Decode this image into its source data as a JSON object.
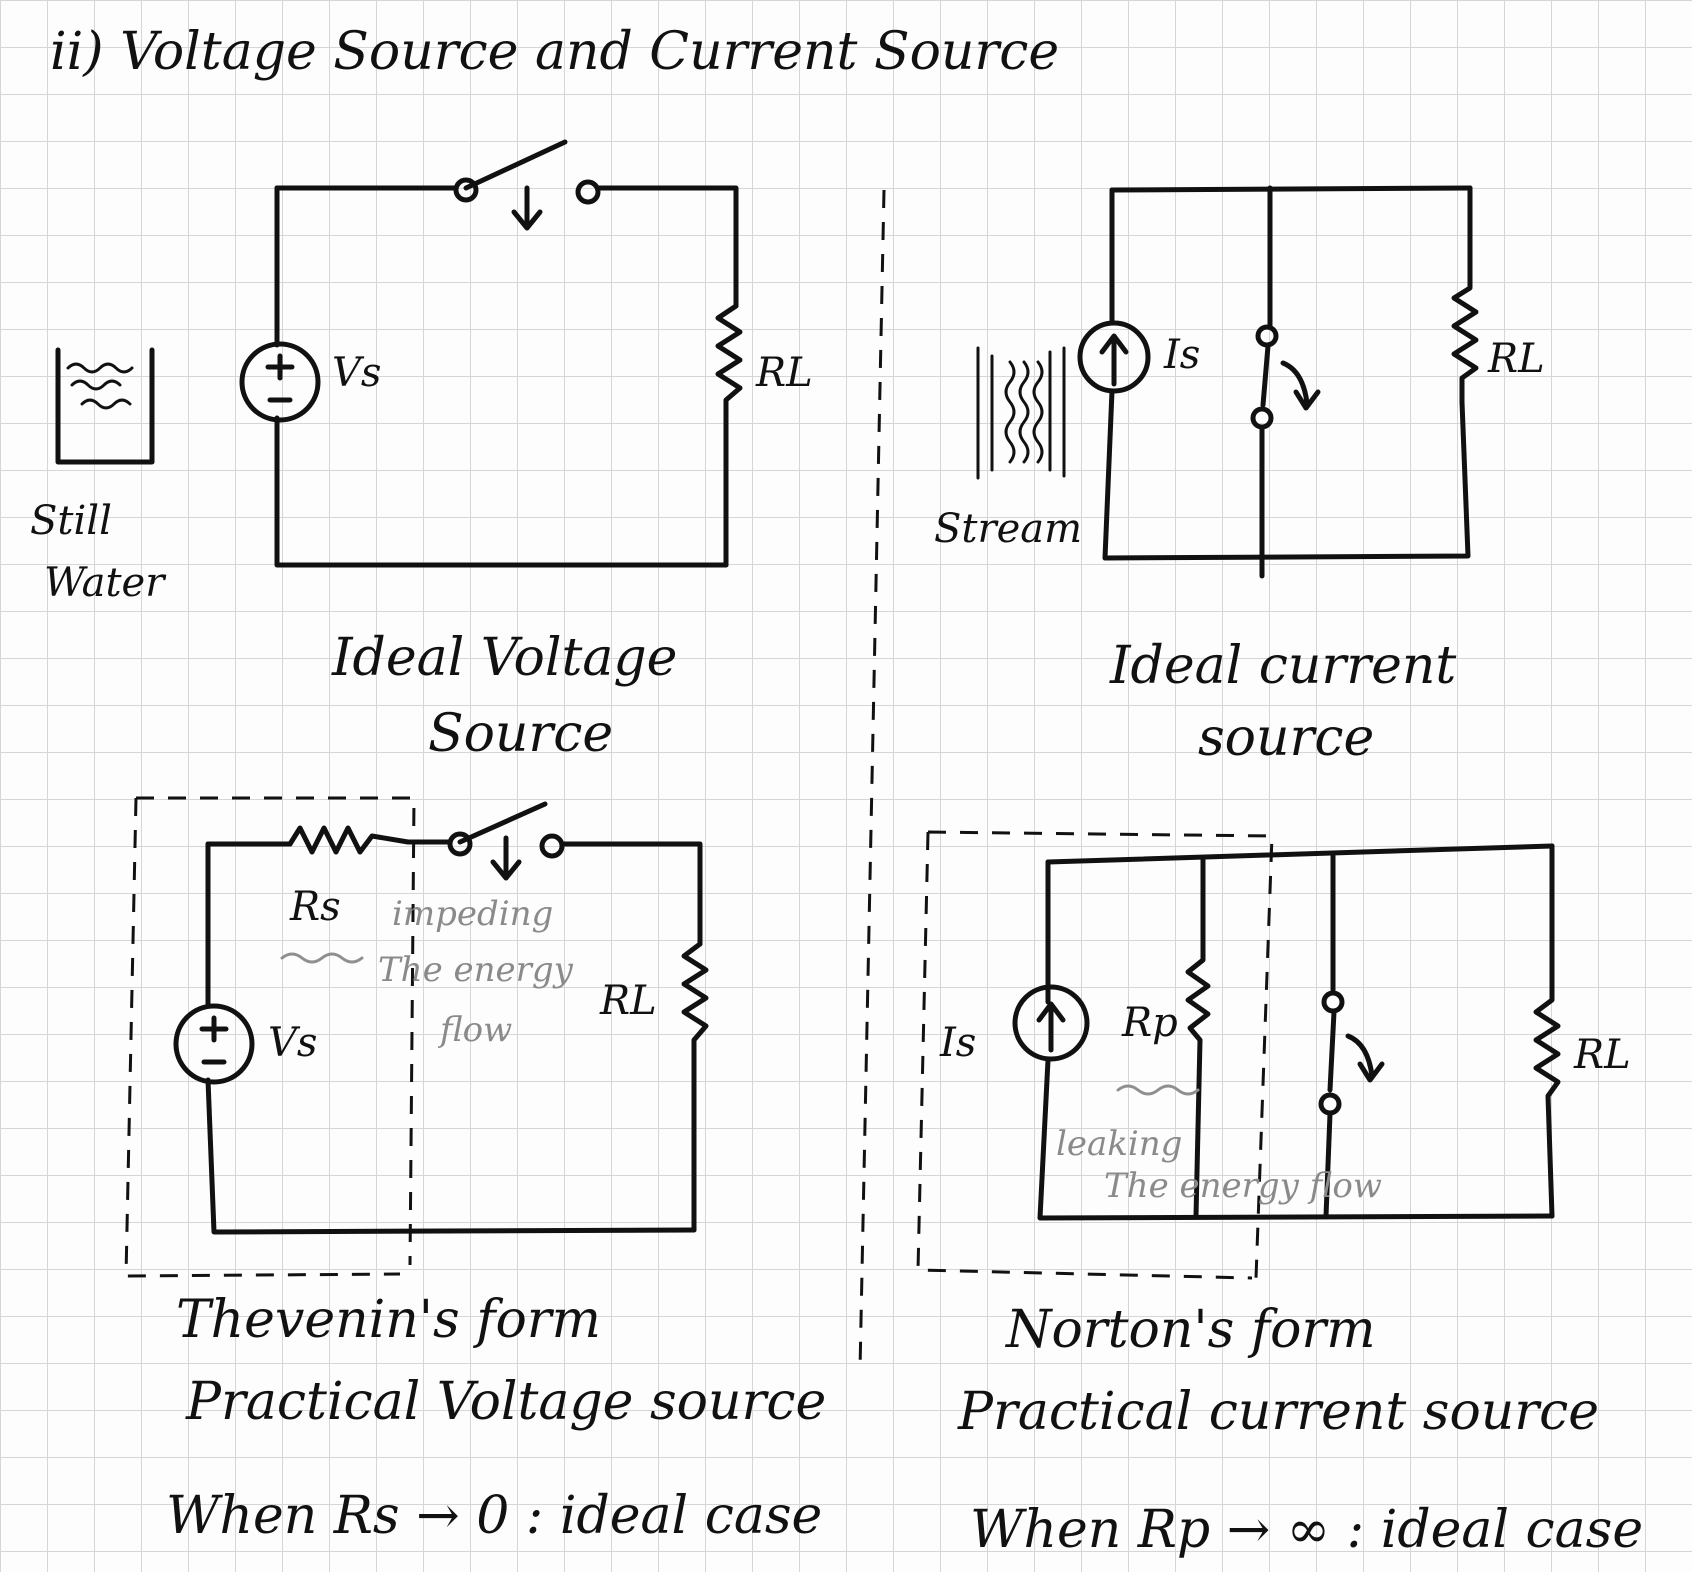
{
  "title": "ii) Voltage Source and Current Source",
  "ideal_voltage": {
    "source_label": "Vs",
    "load_label": "RL",
    "analogy": [
      "Still",
      "Water"
    ],
    "caption": [
      "Ideal Voltage",
      "Source"
    ]
  },
  "ideal_current": {
    "source_label": "Is",
    "load_label": "RL",
    "analogy": "Stream",
    "caption": [
      "Ideal current",
      "source"
    ]
  },
  "thevenin": {
    "series_label": "Rs",
    "source_label": "Vs",
    "load_label": "RL",
    "note": [
      "impeding",
      "The energy",
      "flow"
    ],
    "caption": [
      "Thevenin's form",
      "Practical Voltage source"
    ],
    "limit": "When Rs → 0 : ideal case"
  },
  "norton": {
    "source_label": "Is",
    "parallel_label": "Rp",
    "load_label": "RL",
    "note": [
      "leaking",
      "The energy flow"
    ],
    "caption": [
      "Norton's form",
      "Practical current source"
    ],
    "limit": "When Rp → ∞ : ideal case"
  }
}
